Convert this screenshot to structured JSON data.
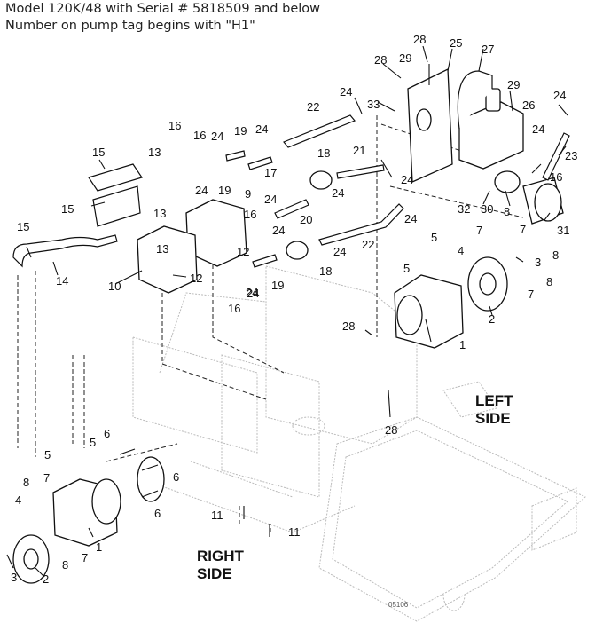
{
  "header": {
    "line1": "Model 120K/48 with Serial # 5818509 and below",
    "line2": "Number on pump tag begins with \"H1\""
  },
  "side_labels": {
    "left_line1": "LEFT",
    "left_line2": "SIDE",
    "right_line1": "RIGHT",
    "right_line2": "SIDE"
  },
  "figure_code": "05106",
  "callouts": [
    {
      "id": "c28a",
      "text": "28"
    },
    {
      "id": "c25",
      "text": "25"
    },
    {
      "id": "c27",
      "text": "27"
    },
    {
      "id": "c28b",
      "text": "28"
    },
    {
      "id": "c29a",
      "text": "29"
    },
    {
      "id": "c29b",
      "text": "29"
    },
    {
      "id": "c26",
      "text": "26"
    },
    {
      "id": "c24a",
      "text": "24"
    },
    {
      "id": "c33",
      "text": "33"
    },
    {
      "id": "c24b",
      "text": "24"
    },
    {
      "id": "c22a",
      "text": "22"
    },
    {
      "id": "c24c",
      "text": "24"
    },
    {
      "id": "c23",
      "text": "23"
    },
    {
      "id": "c16a",
      "text": "16"
    },
    {
      "id": "c15a",
      "text": "15"
    },
    {
      "id": "c16b",
      "text": "16"
    },
    {
      "id": "c24d",
      "text": "24"
    },
    {
      "id": "c19a",
      "text": "19"
    },
    {
      "id": "c24e",
      "text": "24"
    },
    {
      "id": "c18a",
      "text": "18"
    },
    {
      "id": "c21",
      "text": "21"
    },
    {
      "id": "c17",
      "text": "17"
    },
    {
      "id": "c13a",
      "text": "13"
    },
    {
      "id": "c16c",
      "text": "16"
    },
    {
      "id": "c24f",
      "text": "24"
    },
    {
      "id": "c19b",
      "text": "19"
    },
    {
      "id": "c9",
      "text": "9"
    },
    {
      "id": "c24g",
      "text": "24"
    },
    {
      "id": "c24h",
      "text": "24"
    },
    {
      "id": "c15b",
      "text": "15"
    },
    {
      "id": "c13b",
      "text": "13"
    },
    {
      "id": "c24i",
      "text": "24"
    },
    {
      "id": "c16d",
      "text": "16"
    },
    {
      "id": "c20",
      "text": "20"
    },
    {
      "id": "c24j",
      "text": "24"
    },
    {
      "id": "c32",
      "text": "32"
    },
    {
      "id": "c30",
      "text": "30"
    },
    {
      "id": "c31",
      "text": "31"
    },
    {
      "id": "c15c",
      "text": "15"
    },
    {
      "id": "c22b",
      "text": "22"
    },
    {
      "id": "c8a",
      "text": "8"
    },
    {
      "id": "c7a",
      "text": "7"
    },
    {
      "id": "c7b",
      "text": "7"
    },
    {
      "id": "c13c",
      "text": "13"
    },
    {
      "id": "c24k",
      "text": "24"
    },
    {
      "id": "c24l",
      "text": "24"
    },
    {
      "id": "c12a",
      "text": "12"
    },
    {
      "id": "c5a",
      "text": "5"
    },
    {
      "id": "c4a",
      "text": "4"
    },
    {
      "id": "c3a",
      "text": "3"
    },
    {
      "id": "c8b",
      "text": "8"
    },
    {
      "id": "c14",
      "text": "14"
    },
    {
      "id": "c18b",
      "text": "18"
    },
    {
      "id": "c5b",
      "text": "5"
    },
    {
      "id": "c24m",
      "text": "24"
    },
    {
      "id": "c10",
      "text": "10"
    },
    {
      "id": "c12b",
      "text": "12"
    },
    {
      "id": "c19c",
      "text": "19"
    },
    {
      "id": "c8c",
      "text": "8"
    },
    {
      "id": "c7c",
      "text": "7"
    },
    {
      "id": "c2a",
      "text": "2"
    },
    {
      "id": "c24n",
      "text": "24"
    },
    {
      "id": "c16e",
      "text": "16"
    },
    {
      "id": "c1a",
      "text": "1"
    },
    {
      "id": "c28c",
      "text": "28"
    },
    {
      "id": "c28d",
      "text": "28"
    },
    {
      "id": "c6a",
      "text": "6"
    },
    {
      "id": "c5c",
      "text": "5"
    },
    {
      "id": "c5d",
      "text": "5"
    },
    {
      "id": "c6b",
      "text": "6"
    },
    {
      "id": "c8d",
      "text": "8"
    },
    {
      "id": "c7d",
      "text": "7"
    },
    {
      "id": "c4b",
      "text": "4"
    },
    {
      "id": "c6c",
      "text": "6"
    },
    {
      "id": "c11a",
      "text": "11"
    },
    {
      "id": "c11b",
      "text": "11"
    },
    {
      "id": "c1b",
      "text": "1"
    },
    {
      "id": "c7e",
      "text": "7"
    },
    {
      "id": "c8e",
      "text": "8"
    },
    {
      "id": "c3b",
      "text": "3"
    },
    {
      "id": "c2b",
      "text": "2"
    }
  ]
}
